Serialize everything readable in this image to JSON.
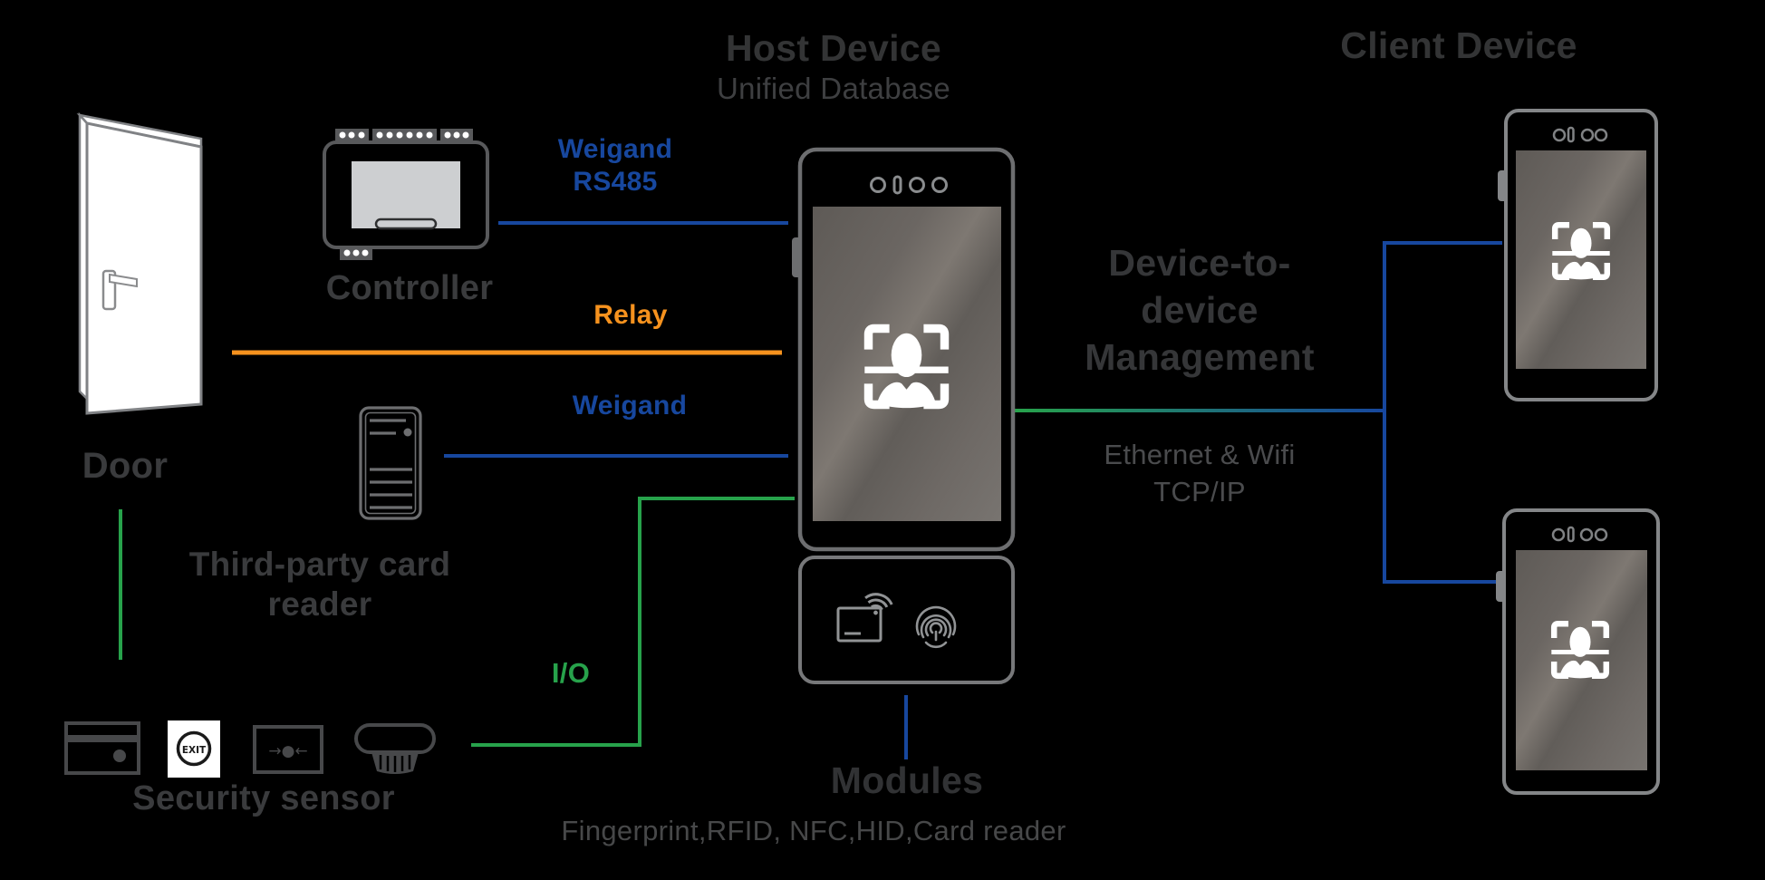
{
  "colors": {
    "blue": "#17479E",
    "orange": "#F6921E",
    "green": "#27A24B",
    "label_dark": "#343537",
    "label_mid": "#4A4B4D",
    "outline_gray": "#6D6E70"
  },
  "host_device": {
    "title": "Host Device",
    "subtitle": "Unified Database"
  },
  "client_device": {
    "title": "Client Device"
  },
  "nodes": {
    "controller": {
      "label": "Controller"
    },
    "door": {
      "label": "Door"
    },
    "third_party_reader": {
      "label_line1": "Third-party card",
      "label_line2": "reader"
    },
    "security_sensor": {
      "label": "Security sensor",
      "exit_button_text": "EXIT",
      "contact_glyphs": "→●←"
    },
    "modules": {
      "label": "Modules",
      "sublabel": "Fingerprint,RFID, NFC,HID,Card reader"
    }
  },
  "connections": {
    "weigand_rs485": {
      "line1": "Weigand",
      "line2": "RS485"
    },
    "relay": {
      "label": "Relay"
    },
    "weigand": {
      "label": "Weigand"
    },
    "io": {
      "label": "I/O"
    },
    "d2d": {
      "line1": "Device-to-",
      "line2": "device",
      "line3": "Management",
      "sub_line1": "Ethernet & Wifi",
      "sub_line2": "TCP/IP"
    }
  }
}
